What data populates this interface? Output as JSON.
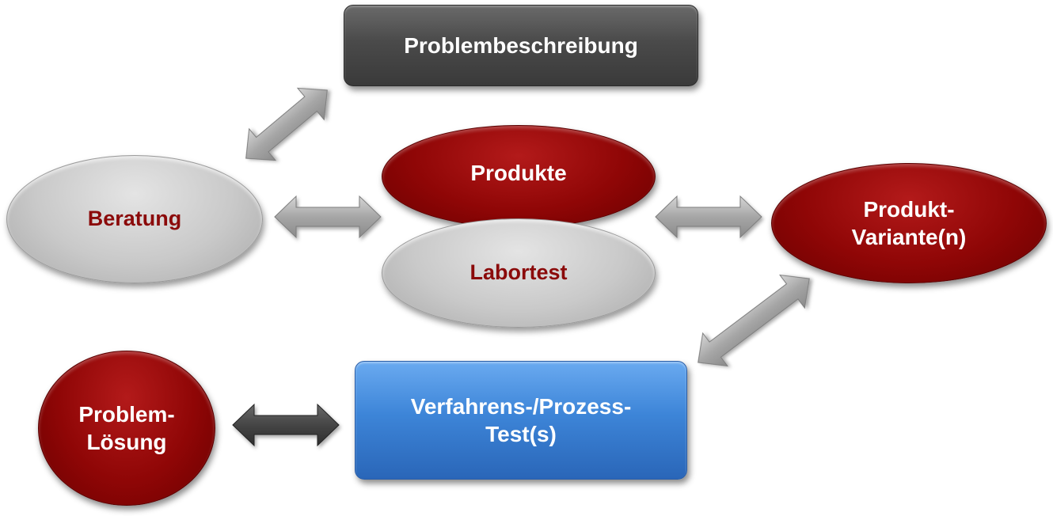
{
  "nodes": {
    "problembeschreibung": "Problembeschreibung",
    "beratung": "Beratung",
    "produkte": "Produkte",
    "labortest": "Labortest",
    "produkt_variante": [
      "Produkt-",
      "Variante(n)"
    ],
    "problem_loesung": [
      "Problem-",
      "Lösung"
    ],
    "verfahrens_test": [
      "Verfahrens-/Prozess-",
      "Test(s)"
    ]
  },
  "colors": {
    "dark_box": "#4a4a4a",
    "blue_box": "#3d85d8",
    "red_ellipse": "#8f0606",
    "grey_ellipse": "#c9c9c9",
    "grey_text": "#8b0a0a",
    "arrow_light": "#9e9e9e",
    "arrow_dark": "#3d3d3d"
  },
  "connections": [
    {
      "from": "beratung",
      "to": "problembeschreibung",
      "style": "light"
    },
    {
      "from": "beratung",
      "to": "produkte",
      "style": "light"
    },
    {
      "from": "produkte",
      "to": "produkt_variante",
      "style": "light"
    },
    {
      "from": "produkt_variante",
      "to": "verfahrens_test",
      "style": "light"
    },
    {
      "from": "problem_loesung",
      "to": "verfahrens_test",
      "style": "dark"
    }
  ]
}
